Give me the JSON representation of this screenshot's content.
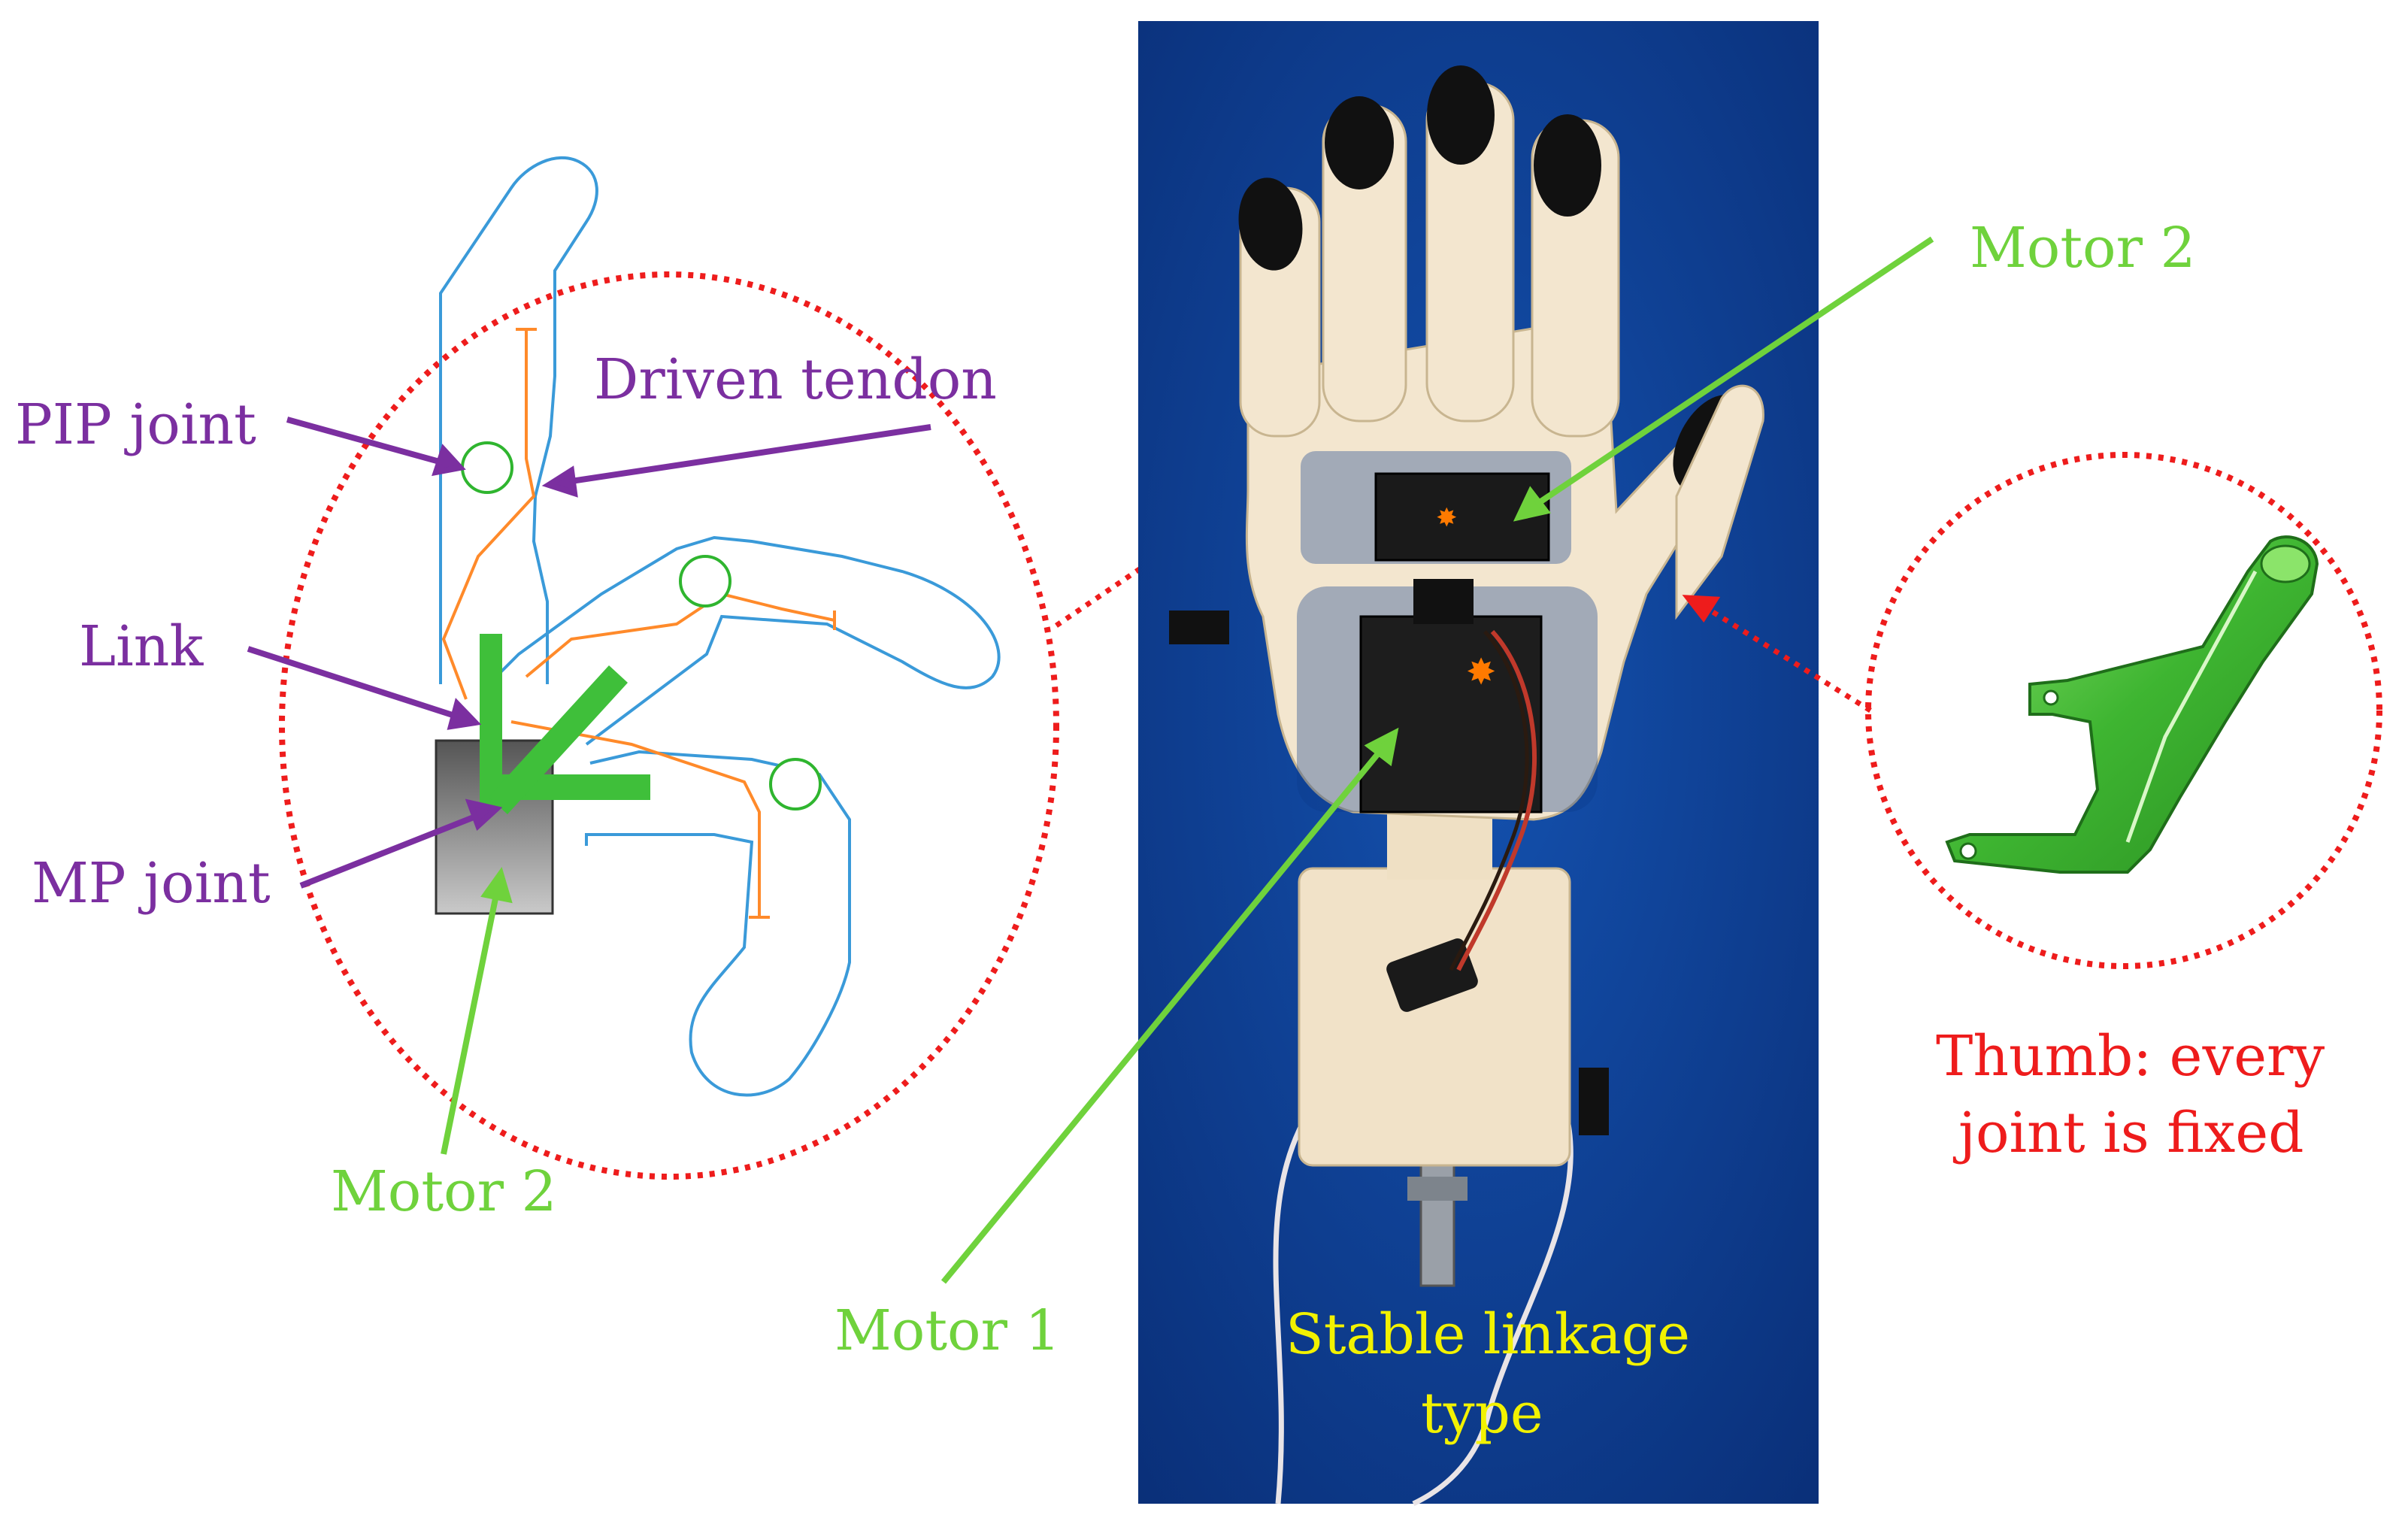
{
  "labels": {
    "pip_joint": "PIP joint",
    "driven_tendon": "Driven tendon",
    "link": "Link",
    "mp_joint": "MP joint",
    "motor2_left": "Motor 2",
    "motor2_right": "Motor 2",
    "motor1": "Motor 1",
    "stable_linkage_line1": "Stable linkage",
    "stable_linkage_line2": "type",
    "thumb_line1": "Thumb: every",
    "thumb_line2": "joint is fixed"
  },
  "colors": {
    "purple_label": "#7b2fa0",
    "green_label": "#6fd23c",
    "red_label": "#ee1c1c",
    "yellow_label": "#f2f200",
    "outline_blue": "#3a9ad9",
    "tendon_orange": "#ff8a2a",
    "photo_background": "#0c3a8a",
    "hand_ivory": "#f3e6cf",
    "thumb_part_green": "#4fc23c"
  }
}
